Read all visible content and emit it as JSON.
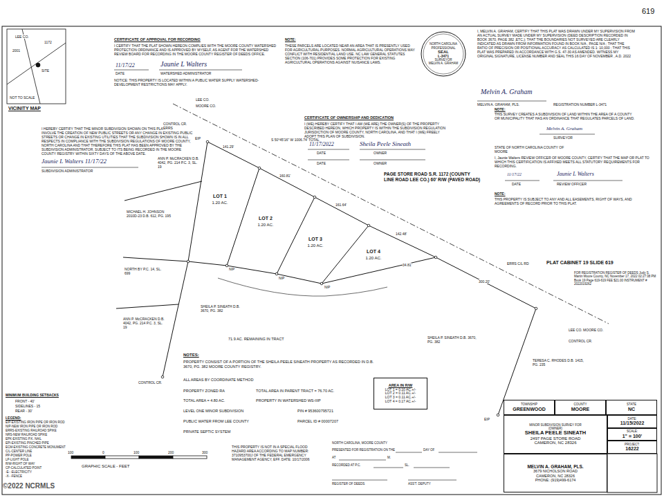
{
  "diagram": {
    "nodes": [
      {
        "text": [
          "NORTH CAROLINA",
          "PROFESSIONAL",
          "SEAL",
          "L-3471",
          "SURVEYOR",
          "MELVIN A. GRAHAM"
        ]
      },
      {
        "text": [
          "AREA IN R/W",
          "LOT 1 = 0.10 AC.+/-",
          "LOT 2 = 0.11 AC.+/-",
          "LOT 3 = 0.11 AC.+/-",
          "LOT 4 = 0.17 AC.+/-"
        ]
      },
      {
        "text": [
          "TOWNSHIP",
          "GREENWOOD"
        ]
      },
      {
        "text": [
          "COUNTY",
          "MOORE"
        ]
      },
      {
        "text": [
          "STATE",
          "NC"
        ]
      },
      {
        "text": [
          "MINOR SUBDIVISION SURVEY FOR",
          "(OWNER)",
          "SHEILA PEELE SINEATH",
          "2497 PAGE STORE ROAD",
          "CAMERON, NC 28326"
        ]
      },
      {
        "text": [
          "DATE:",
          "11/15/2022"
        ]
      },
      {
        "text": [
          "SCALE:",
          "1\" = 100'"
        ]
      },
      {
        "text": [
          "PROJECT:",
          "16222"
        ]
      },
      {
        "text": [
          "MELVIN A. GRAHAM, PLS.",
          "3679 NICHOLSON ROAD",
          "CAMERON, NC 28326",
          "PHONE: (919)499-6174"
        ]
      }
    ],
    "labels": [
      "LEE CO.",
      "2001",
      "1172",
      "SITE",
      "NOT TO SCALE",
      "VICINITY MAP",
      "CERTIFICATE OF APPROVAL FOR RECORDING",
      "I CERTIFY THAT THE PLAT SHOWN HEREON COMPLIES WITH THE MOORE COUNTY WATERSHED PROTECTION ORDINANCE AND IS APPROVED BY MYSELF, AS AGENT FOR THE WATERSHED REVIEW BOARD FOR RECORDING IN THE MOORE COUNTY REGISTER OF DEEDS OFFICE.",
      "11/17/22",
      "Jaunie L Walters",
      "DATE",
      "WATERSHED ADMINISTRATOR",
      "NOTICE: THIS PROPERTY IS LOCATED WITHIN A PUBLIC WATER SUPPLY WATERSHED-DEVELOPMENT RESTRICTIONS MAY APPLY.",
      "NOTE:",
      "THESE PARCELS ARE LOCATED NEAR AN AREA THAT IS PRESENTLY USED FOR AGRICULTURAL PURPOSES. NORMAL AGRICULTURAL OPERATIONS MAY CONFLICT WITH RESIDENTIAL LAND USE. NC LAW GENERAL STATUTES SECTION (106-701) PROVIDES SOME PROTECTION FOR EXISTING AGRICULTURAL OPERATIONS AGAINST NUISANCE LAWS.",
      "I, MELVIN A. GRAHAM, CERTIFY THAT THIS PLAT WAS DRAWN UNDER MY SUPERVISION FROM AN ACTUAL SURVEY MADE UNDER MY SUPERVISION (DEED DESCRIPTION RECORDED IN BOOK 3670, PAGE 382 ,ETC.); THAT THE BOUNDARIES NOT SURVEYED ARE CLEARLY INDICATED AS DRAWN FROM INFORMATION FOUND IN BOOK N/A , PAGE N/A ; THAT THE RATIO OF PRECISION OR POSITIONAL ACCURACY AS CALCULATED IS 1: 10,000 ; THAT THIS PLAT WAS PREPARED IN ACCORDANCE WITH G.S. 47-30 AS AMENDED. WITNESS MY ORIGINAL SIGNATURE, LICENSE NUMBER AND SEAL THIS 16 DAY OF NOVEMBER , A.D. 2022",
      "619",
      "Melvin A. Graham",
      "MELVIN A. GRAHAM, PLS.",
      "REGISTRATION NUMBER L-3471",
      "I HEREBY CERTIFY THAT THE MINOR SUBDIVISION SHOWN ON THIS PLAT DOES NOT INVOLVE THE CREATION OF NEW PUBLIC STREETS OR ANY CHANGE IN EXISTING PUBLIC STREETS OR CHANGE IN EXISTING UTILITIES THAT THE SUBDIVISION SHOWN IS IN ALL RESPECTS IN COMPLIANCE WITH THE SUBDIVISION REGULATIONS OF MOORE COUNTY, NORTH CAROLINA AND THAT THEREFORE THIS PLAT HAS BEEN APPROVED BY THE SUBDIVISION ADMINISTRATOR, SUBJECT TO ITS BEING RECORDED IN THE MOORE COUNTY REGISTRY WITHIN SIXTY DAYS OF THE ABOVE DATE.",
      "Jaunie L Walters 11/17/22",
      "SUBDIVISION ADMINISTRATOR",
      "CERTIFICATE OF OWNERSHIP AND DEDICATION",
      "I (WE) HEREBY CERTIFY THAT I AM (WE ARE) THE OWNER(S) OF THE PROPERTY DESCRIBED HEREON, WHICH PROPERTY IS WITHIN THE SUBDIVISION REGULATION JURISDICTION OF MOORE COUNTY, NORTH CAROLINA, AND THAT I (WE) FREELY ADOPT THIS PLAN OF SUBDIVISION.",
      "11/17/2022",
      "Sheila Peele Sineath",
      "DATE",
      "OWNER",
      "DATE",
      "OWNER",
      "NOTE:",
      "THIS SURVEY CREATES A SUBDIVISION OF LAND WITHIN THE AREA OF A COUNTY OR MUNICIPALITY THAT HAS AN ORDINANCE THAT REGULATES PARCELS OF LAND.",
      "Melvin A. Graham",
      "SURVEYOR",
      "STATE OF NORTH CAROLINA COUNTY OF MOORE",
      "I, Jaunie Walters REVIEW OFFICER OF MOORE COUNTY, CERTIFY THAT THE MAP OR PLAT TO WHICH THIS CERTIFICATION IS AFFIXED MEETS ALL STATUTORY REQUIREMENTS FOR RECORDING.",
      "11/17/22",
      "Jaunie L Walters",
      "DATE",
      "REVIEW OFFICER",
      "NOTE:",
      "THIS PROPERTY IS SUBJECT TO ANY AND ALL EASEMENTS, RIGHT OF WAYS, AND AGREEMENTS OF RECORD PRIOR TO THIS PLAT.",
      "LEE CO.",
      "MOORE CO.",
      "CONTROL CR. ERRS",
      "EIP",
      "ANN P. McCRACKEN D.B. 4042, PG. 214 P.C. 3, SL. 19",
      "LOT 1",
      "1.20 AC.",
      "LOT 2",
      "1.20 AC.",
      "LOT 3",
      "1.20 AC.",
      "LOT 4",
      "1.20 AC.",
      "MICHAEL H. JOHNSON 2010D-23 D.B. 612, PG. 195",
      "NORTH BY P.C. 14, SL. 699",
      "ANN P. McCRACKEN D.B. 4042, PG. 214 P.C. 3, SL. 19",
      "PAGE STORE ROAD S.R. 1172 (COUNTY LINE ROAD LEE CO.) 60' R/W (PAVED ROAD)",
      "141.29'",
      "160.81'",
      "161.64'",
      "142.48'",
      "34.81'",
      "300.20'",
      "S 50°45'16\" W 1006.74' TOTAL",
      "ERRS C/L RD",
      "LEE CO. MOORE CO.",
      "CONTROL CR.",
      "SHEILA P. SINEATH D.B. 3670, PG. 382",
      "71.9 AC. REMAINING IN TRACT",
      "SHEILA P. SINEATH D.B. 3670, PG. 382",
      "TERESA C. RHODES D.B. 1415, PG. 235",
      "EIP",
      "CONTROL CR.",
      "PLAT CABINET 19 SLIDE 619",
      "FOR REGISTRATION REGISTER OF DEEDS Judy S. Martin Moore County, NC November 17, 2022 02:27:38 PM Book 19 Page 619-619 FEE $21.00 INSTRUMENT # 2022019262",
      "NOTES:",
      "PROPERTY CONSIST OF A PORTION OF THE SHEILA PEELE SINEATH PROPERTY AS RECORDED IN D.B. 3670, PG. 382 MOORE COUNTY REGISTRY.",
      "ALL AREAS BY COORDINATE METHOD",
      "PROPERTY ZONED RA",
      "TOTAL AREA IN PARENT TRACT = 76.70 AC.",
      "TOTAL AREA = 4.80 AC.",
      "PROPERTY IN WATERSHED WS-IIIP",
      "LEVEL ONE MINOR SUBDIVISION",
      "PIN # 953600795721",
      "PUBLIC WATER FROM LEE COUNTY",
      "PARCEL ID # 00007207",
      "PRIVATE SEPTIC SYSTEM",
      "MINIMUM BUILDING SETBACKS",
      "FRONT - 40'",
      "SIDELINES - 15",
      "REAR - 30'",
      "LEGEND:",
      "EIP-EXISTING IRON PIPE OR IRON ROD",
      "NIP-NEW IRON PIPE OR IRON ROD",
      "ERRS-EXISTING RAILROAD SPIKE",
      "NRS-NEW RAILROAD SPIKE",
      "EPK-EXISTING P.K. NAIL",
      "EPI-EXISTING PINCHED PIPE",
      "ECM-EXISTING CONCRETE MONUMENT",
      "C/L-CENTER LINE",
      "PP-POWER POLE",
      "LP-LIGHT POLE",
      "R/W-RIGHT OF WAY",
      "CP-CALCULATED POINT",
      "-E- -ELECTRICITY",
      "-X- -FENCE",
      "©2022 NCRMLS",
      "100",
      "0",
      "100",
      "200",
      "300",
      "GRAPHIC SCALE - FEET",
      "NIP",
      "NIP",
      "NIP",
      "THIS PROPERTY IS NOT IN A SPECIAL FLOOD HAZARD AREA ACCORDING TO MAP NUMBER: 3710953700J OF THE FEDERAL EMERGENCY MANAGEMENT AGENCY, EFF. DATE: 10/17/2006",
      "NORTH CAROLINA, MOORE COUNTY",
      "PRESENTED FOR REGISTRATION ON THE",
      "DAY OF",
      "AT",
      "M.",
      "RECORDED AT P.C.",
      "SL.",
      "REGISTER OF DEEDS",
      "ASS'T. DEPUTY"
    ]
  }
}
